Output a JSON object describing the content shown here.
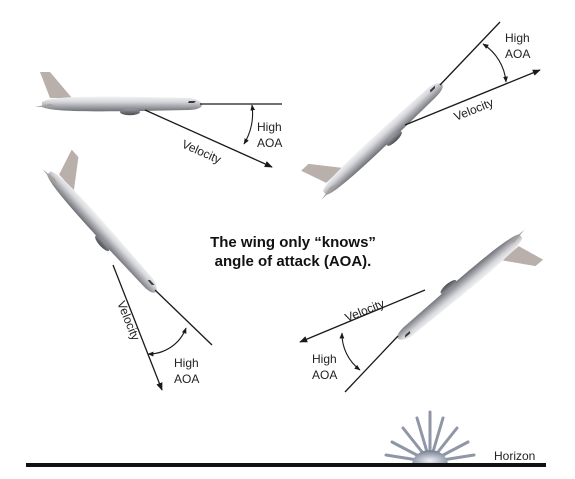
{
  "title": {
    "line1": "The wing only “knows”",
    "line2": "angle of attack (AOA)."
  },
  "labels": {
    "velocity": "Velocity",
    "high": "High",
    "aoa": "AOA",
    "horizon": "Horizon"
  },
  "colors": {
    "fuselage_light": "#eaeaec",
    "fuselage_dark": "#7b7c82",
    "tail": "#b7aea9",
    "line": "#1a1a1a",
    "sun": "#8f96a6"
  }
}
